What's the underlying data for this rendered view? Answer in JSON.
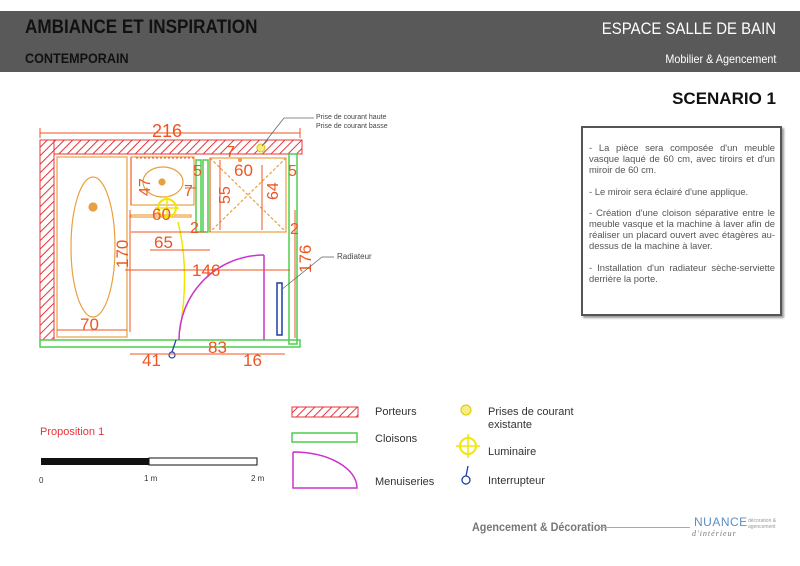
{
  "header": {
    "title": "AMBIANCE ET INSPIRATION",
    "subtitle": "CONTEMPORAIN",
    "right_title": "ESPACE SALLE DE BAIN",
    "right_subtitle": "Mobilier & Agencement"
  },
  "scenario": "SCENARIO 1",
  "notes": [
    "- La pièce sera composée d'un meuble vasque laqué de 60 cm, avec tiroirs et d'un miroir de 60 cm.",
    "- Le miroir sera éclairé d'une applique.",
    "- Création d'une cloison séparative entre le meuble vasque et la machine à laver afin de réaliser un placard ouvert avec étagères au-dessus de la machine à laver.",
    "- Installation d'un radiateur sèche-serviette derrière la porte."
  ],
  "plan": {
    "dims": {
      "d216": "216",
      "d47": "47",
      "d5a": "5",
      "d60top": "60",
      "d5b": "5",
      "d7a": "7",
      "d7b": "7",
      "d55": "55",
      "d64": "64",
      "d60b": "60",
      "d2a": "2",
      "d2b": "2",
      "d170": "170",
      "d65": "65",
      "d146": "146",
      "d176": "176",
      "d70": "70",
      "d41": "41",
      "d83": "83",
      "d16": "16"
    },
    "callouts": {
      "outlet_high": "Prise de courant haute",
      "outlet_low": "Prise de courant basse",
      "radiator": "Radiateur"
    }
  },
  "legend": {
    "porteurs": "Porteurs",
    "cloisons": "Cloisons",
    "menuiseries": "Menuiseries",
    "prises": "Prises de courant existante",
    "luminaire": "Luminaire",
    "interrupteur": "Interrupteur"
  },
  "proposition": "Proposition 1",
  "scale": {
    "zero": "0",
    "one": "1 m",
    "two": "2 m"
  },
  "footer": {
    "text": "Agencement & Décoration",
    "logo": "NUANCE",
    "logo_sub": "d'intérieur",
    "logo_side": "décoration & agencement"
  },
  "colors": {
    "wall_bearing": "#e8333a",
    "partition": "#4ccf4c",
    "door": "#cc33cc",
    "dimension": "#ee5522",
    "furniture": "#e8a040",
    "light": "#f2e600",
    "switch": "#1f3fa8"
  }
}
